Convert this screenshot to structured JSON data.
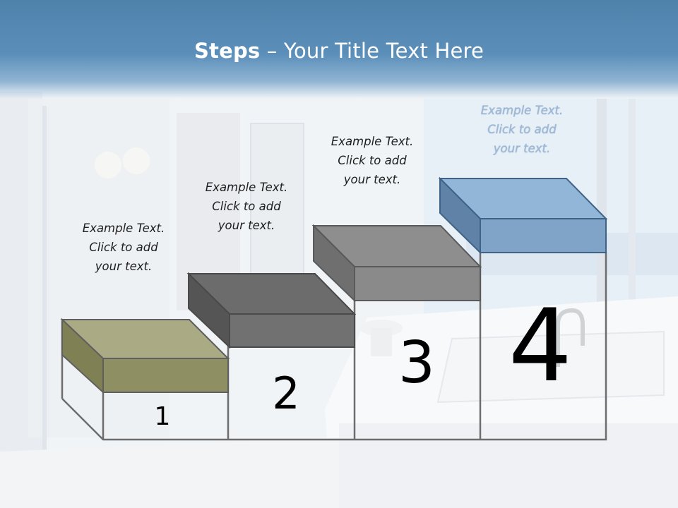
{
  "slide": {
    "title_bold": "Steps",
    "title_rest": " – Your Title Text Here",
    "steps": [
      {
        "number": "1",
        "caption_line1": "Example Text.",
        "caption_line2": "Click  to add",
        "caption_line3": "your text.",
        "color": "#a8a87c"
      },
      {
        "number": "2",
        "caption_line1": "Example Text.",
        "caption_line2": "Click  to add",
        "caption_line3": "your text.",
        "color": "#6e6e6e"
      },
      {
        "number": "3",
        "caption_line1": "Example Text.",
        "caption_line2": "Click  to add",
        "caption_line3": "your text.",
        "color": "#8e8e8e"
      },
      {
        "number": "4",
        "caption_line1": "Example Text.",
        "caption_line2": "Click  to add",
        "caption_line3": "your text.",
        "color": "#8fb4d8"
      }
    ]
  }
}
